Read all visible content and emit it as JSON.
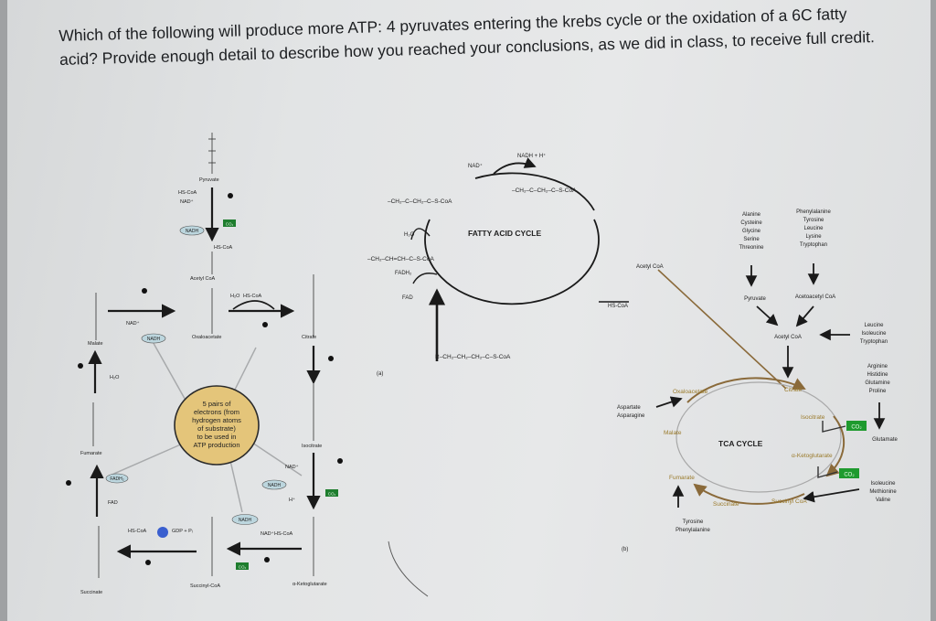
{
  "question": "Which of the following will produce more ATP: 4 pyruvates entering the krebs cycle or the oxidation of a 6C fatty acid? Provide enough detail to describe how you reached your conclusions, as we did in class,  to receive full credit.",
  "panel_a": {
    "label": "(a)",
    "center_note": [
      "5 pairs of",
      "electrons (from",
      "hydrogen atoms",
      "of substrate)",
      "to be used in",
      "ATP production"
    ],
    "metabolites": {
      "pyruvate": "Pyruvate",
      "acetyl_coa": "Acetyl CoA",
      "citrate": "Citrate",
      "isocitrate": "Isocitrate",
      "ketoglutarate": "α-Ketoglutarate",
      "succinyl_coa": "Succinyl-CoA",
      "succinate": "Succinate",
      "fumarate": "Fumarate",
      "malate": "Malate",
      "oxaloacetate": "Oxaloacetate"
    },
    "cofactors": {
      "nad": "NAD⁺",
      "nadh": "NADH",
      "hs_coa": "HS-CoA",
      "co2": "CO₂",
      "fad": "FAD",
      "fadh2": "FADH₂",
      "h2o": "H₂O",
      "h_plus": "H⁺",
      "gdp_pi": "GDP + Pᵢ"
    }
  },
  "panel_b": {
    "label": "(b)",
    "fatty_acid_cycle": "FATTY ACID CYCLE",
    "tca_cycle": "TCA CYCLE",
    "fa_nad": "NAD⁺",
    "fa_nadh": "NADH + H⁺",
    "fa_h2o": "H₂O",
    "fa_fadh2": "FADH₂",
    "fa_fad": "FAD",
    "fa_hscoa": "HS-CoA",
    "fa_acetylcoa": "Acetyl CoA",
    "fa_chain": "R–CH₂–CH₂–CH₂–C–S-CoA",
    "fa_top_left": "–CH₂–C–CH₂–C–S-CoA",
    "fa_top_right": "–CH₂–C–CH₂–C–S-CoA",
    "fa_mid": "–CH₂–CH=CH–C–S-CoA",
    "aa_group1": [
      "Alanine",
      "Cysteine",
      "Glycine",
      "Serine",
      "Threonine"
    ],
    "aa_group2": [
      "Phenylalanine",
      "Tyrosine",
      "Leucine",
      "Lysine",
      "Tryptophan"
    ],
    "pyruvate": "Pyruvate",
    "acetoacetyl": "Acetoacetyl CoA",
    "acetyl_coa": "Acetyl CoA",
    "aa_group3": [
      "Leucine",
      "Isoleucine",
      "Tryptophan"
    ],
    "aa_group4": [
      "Arginine",
      "Histidine",
      "Glutamine",
      "Proline"
    ],
    "glutamate": "Glutamate",
    "aa_group5": [
      "Isoleucine",
      "Methionine",
      "Valine"
    ],
    "aa_group6": [
      "Aspartate",
      "Asparagine"
    ],
    "aa_group7": [
      "Tyrosine",
      "Phenylalanine"
    ],
    "oxaloacetate": "Oxaloacetate",
    "citrate": "Citrate",
    "isocitrate": "Isocitrate",
    "ketoglutarate": "α-Ketoglutarate",
    "succinyl_coa": "Succinyl CoA",
    "succinate": "Succinate",
    "fumarate": "Fumarate",
    "malate": "Malate",
    "co2": "CO₂"
  }
}
